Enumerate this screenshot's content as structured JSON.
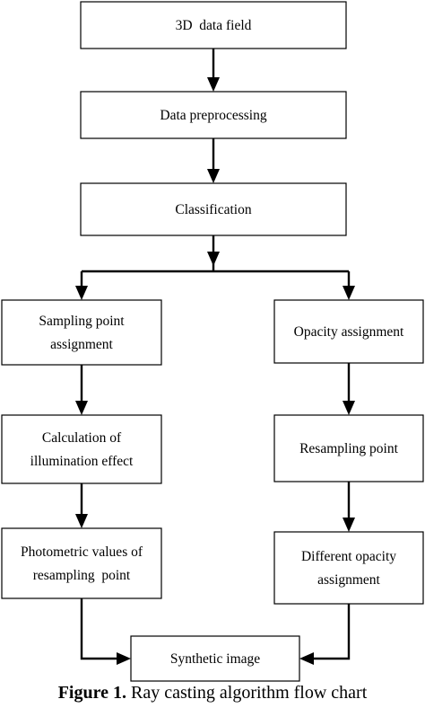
{
  "nodes": {
    "data_field": [
      "3D  data field"
    ],
    "preprocessing": [
      "Data preprocessing"
    ],
    "classification": [
      "Classification"
    ],
    "sampling_point": [
      "Sampling point",
      "assignment"
    ],
    "illumination": [
      "Calculation of",
      "illumination effect"
    ],
    "photometric": [
      "Photometric values of",
      "resampling  point"
    ],
    "opacity_assignment": [
      "Opacity assignment"
    ],
    "resampling_point": [
      "Resampling point"
    ],
    "different_opacity": [
      "Different opacity",
      "assignment"
    ],
    "synthetic_image": [
      "Synthetic image"
    ]
  },
  "caption": {
    "figure_label": "Figure 1.",
    "text": " Ray casting algorithm flow chart"
  }
}
